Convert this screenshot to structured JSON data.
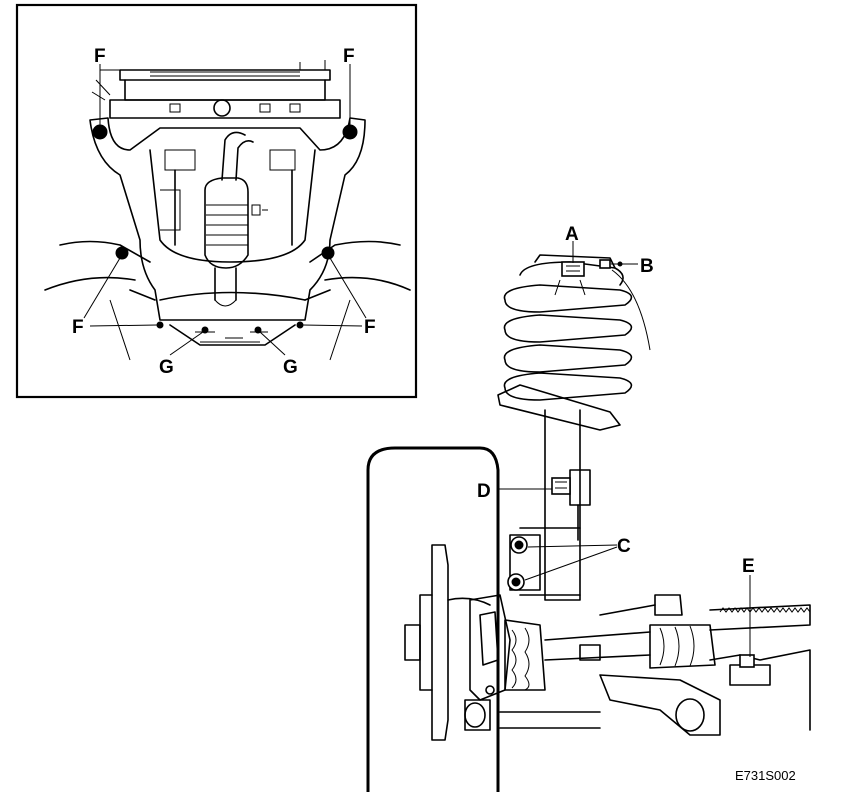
{
  "labels": {
    "A": "A",
    "B": "B",
    "C": "C",
    "D": "D",
    "E": "E",
    "F": "F",
    "G": "G"
  },
  "figure_code": "E731S002"
}
